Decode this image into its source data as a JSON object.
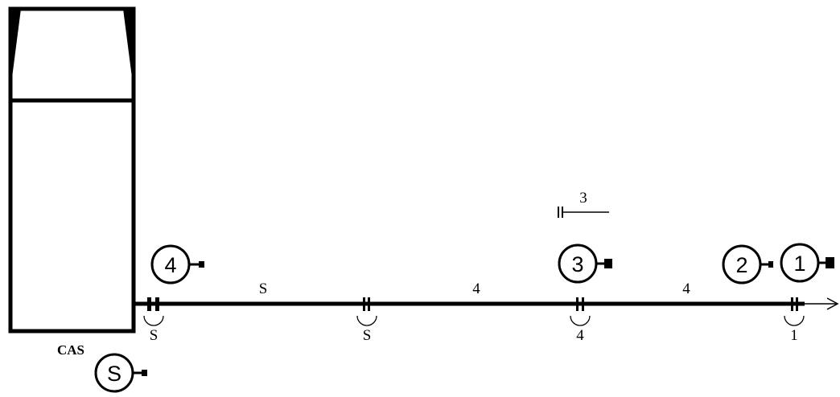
{
  "station": {
    "label": "CAS"
  },
  "signals": {
    "s": "S",
    "four": "4",
    "three": "3",
    "two": "2",
    "one": "1"
  },
  "track": {
    "segment_labels": [
      "S",
      "4",
      "4"
    ],
    "joint_labels": [
      "S",
      "S",
      "4",
      "1"
    ]
  },
  "legend": {
    "label": "3"
  }
}
